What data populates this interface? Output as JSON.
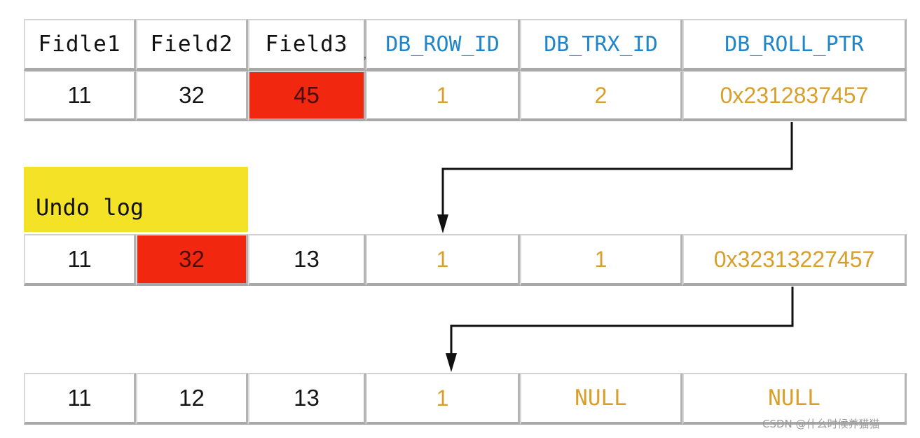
{
  "header": {
    "fidle1": "Fidle1",
    "field2": "Field2",
    "field3": "Field3",
    "db_row_id": "DB_ROW_ID",
    "db_trx_id": "DB_TRX_ID",
    "db_roll_ptr": "DB_ROLL_PTR",
    "separator": ","
  },
  "current_row": {
    "fidle1": "11",
    "field2": "32",
    "field3": "45",
    "db_row_id": "1",
    "db_trx_id": "2",
    "db_roll_ptr": "0x2312837457",
    "highlighted_field": "field3"
  },
  "undo_label": "Undo log",
  "undo_row_1": {
    "fidle1": "11",
    "field2": "32",
    "field3": "13",
    "db_row_id": "1",
    "db_trx_id": "1",
    "db_roll_ptr": "0x32313227457",
    "highlighted_field": "field2"
  },
  "undo_row_2": {
    "fidle1": "11",
    "field2": "12",
    "field3": "13",
    "db_row_id": "1",
    "db_trx_id": "NULL",
    "db_roll_ptr": "NULL"
  },
  "watermark": "CSDN @什么时候养猫猫",
  "colors": {
    "header_blue": "#1f86c9",
    "hidden_value_gold": "#d99f2b",
    "changed_cell_red": "#f2270f",
    "undo_label_yellow": "#f4e227",
    "arrow": "#111111"
  }
}
